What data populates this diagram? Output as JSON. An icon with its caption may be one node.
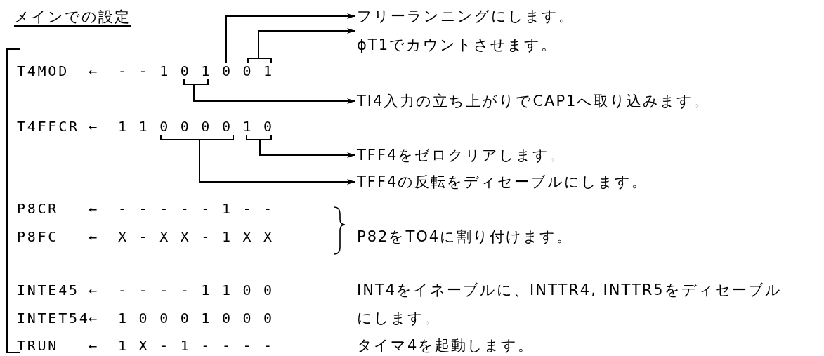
{
  "diagram": {
    "title": "メインでの設定",
    "nodes": [
      {
        "text": [
          "フリーランニングにします。"
        ]
      },
      {
        "text": [
          "ϕT1でカウントさせます。"
        ]
      },
      {
        "text": [
          "- - 1 0 1 0 0 1"
        ]
      },
      {
        "text": [
          "TI4入力の立ち上がりでCAP1へ取り込みます。"
        ]
      },
      {
        "text": [
          "1 1 0 0 0 0 1 0"
        ]
      },
      {
        "text": [
          "TFF4をゼロクリアします。"
        ]
      },
      {
        "text": [
          "TFF4の反転をディセーブルにします。"
        ]
      }
    ],
    "edges": [
      {
        "from": 2,
        "to": 0,
        "arrow": "to"
      },
      {
        "from": 2,
        "to": 1,
        "arrow": "to"
      },
      {
        "from": 2,
        "to": 3,
        "arrow": "to"
      },
      {
        "from": 4,
        "to": 5,
        "arrow": "to"
      },
      {
        "from": 4,
        "to": 6,
        "arrow": "to"
      }
    ],
    "labels": [
      "T4MOD",
      "←",
      "T4FFCR",
      "←",
      "P8CR",
      "←",
      "- - - - - 1 - -",
      "P8FC",
      "←",
      "X - X X - 1 X X",
      "P82をTO4に割り付けます。",
      "INTE45",
      "←",
      "- - - - 1 1 0 0",
      "INT4をイネーブルに、INTTR4, INTTR5をディセーブルにします。",
      "INTET54",
      "←",
      "1 0 0 0 1 0 0 0",
      "TRUN",
      "←",
      "1 X - 1 - - - -",
      "タイマ4を起動します。"
    ]
  }
}
